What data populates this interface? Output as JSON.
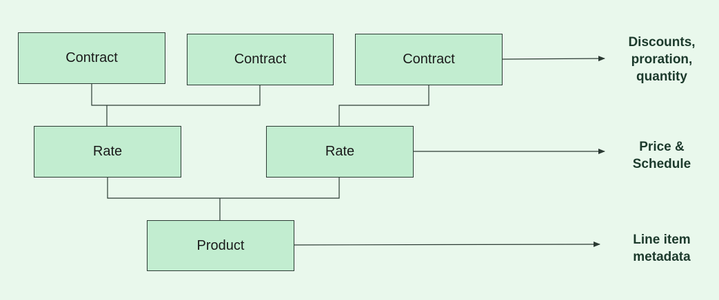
{
  "diagram": {
    "contracts": [
      {
        "label": "Contract"
      },
      {
        "label": "Contract"
      },
      {
        "label": "Contract"
      }
    ],
    "rates": [
      {
        "label": "Rate"
      },
      {
        "label": "Rate"
      }
    ],
    "product": {
      "label": "Product"
    },
    "annotations": {
      "contract": [
        "Discounts,",
        "proration,",
        "quantity"
      ],
      "rate": [
        "Price &",
        "Schedule"
      ],
      "product": [
        "Line item",
        "metadata"
      ]
    },
    "colors": {
      "background": "#e9f8ec",
      "box_fill": "#c2edd0",
      "line": "#2b3a33",
      "annotation_text": "#1c3a2c"
    }
  }
}
